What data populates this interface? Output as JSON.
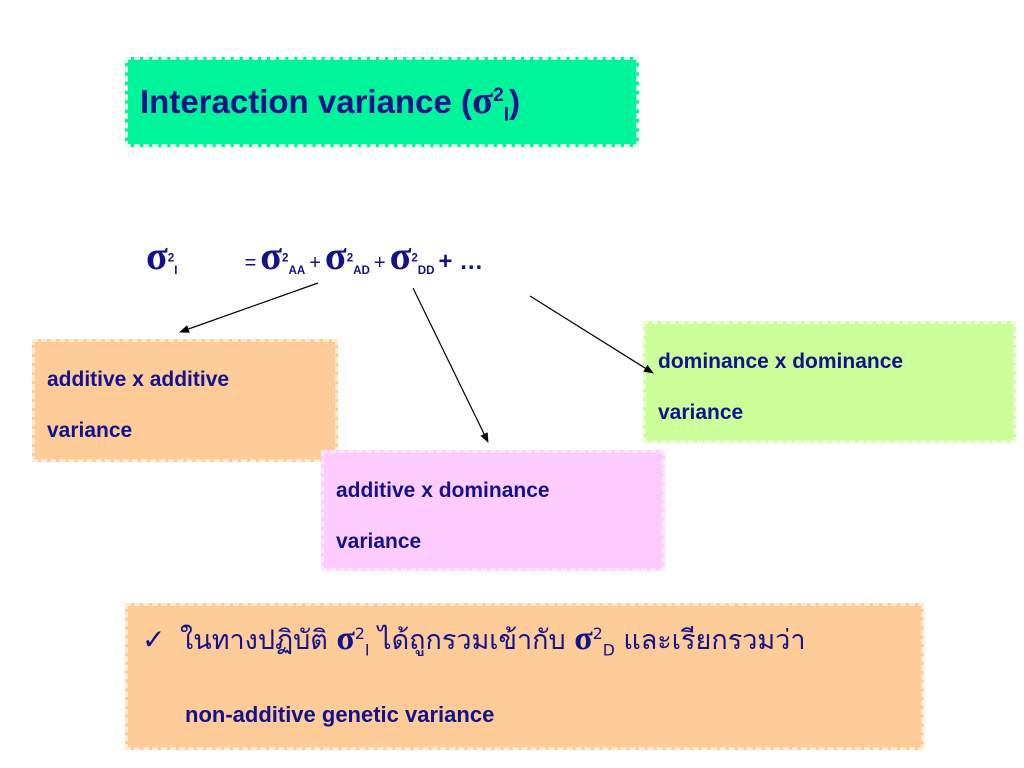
{
  "title": {
    "text": "Interaction variance (",
    "sigma": "σ",
    "sup": "2",
    "sub": "I",
    "close": ")"
  },
  "formula": {
    "lhs_sigma": "σ",
    "lhs_sup": "2",
    "lhs_sub": "I",
    "equals": "=",
    "term1_sigma": "σ",
    "term1_sup": "2",
    "term1_sub": "AA",
    "plus1": "+",
    "term2_sigma": "σ",
    "term2_sup": "2",
    "term2_sub": "AD",
    "plus2": "+",
    "term3_sigma": "σ",
    "term3_sup": "2",
    "term3_sub": "DD",
    "tail": "+ …"
  },
  "boxes": {
    "aa": {
      "line1": "additive x additive",
      "line2": "variance"
    },
    "ad": {
      "line1": "additive x dominance",
      "line2": "variance"
    },
    "dd": {
      "line1": "dominance x dominance",
      "line2": "variance"
    }
  },
  "note": {
    "check": "✓",
    "text1": " ในทางปฏิบัติ ",
    "sigma1": "σ",
    "sup1": "2",
    "sub1": "I",
    "text2": " ได้ถูกรวมเข้ากับ ",
    "sigma2": "σ",
    "sup2": "2",
    "sub2": "D",
    "text3": " และเรียกรวมว่า",
    "line2": "non-additive genetic variance"
  },
  "colors": {
    "text": "#12128c",
    "title_bg": "#00f49a",
    "aa_bg": "#fdcc98",
    "ad_bg": "#ffccff",
    "dd_bg": "#ccff99",
    "note_bg": "#fdcc98"
  }
}
